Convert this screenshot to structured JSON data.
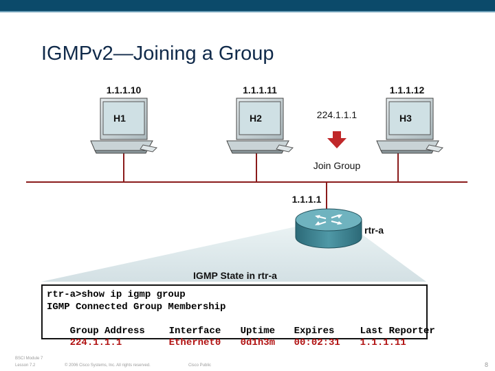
{
  "title": "IGMPv2—Joining a Group",
  "hosts": [
    {
      "ip": "1.1.1.10",
      "name": "H1"
    },
    {
      "ip": "1.1.1.11",
      "name": "H2"
    },
    {
      "ip": "1.1.1.12",
      "name": "H3"
    }
  ],
  "group_address_label": "224.1.1.1",
  "join_label": "Join Group",
  "router": {
    "ip": "1.1.1.1",
    "name": "rtr-a"
  },
  "state_title": "IGMP State in rtr-a",
  "terminal": {
    "command": "rtr-a>show ip igmp group",
    "heading": "IGMP Connected Group Membership",
    "columns": [
      "Group Address",
      "Interface",
      "Uptime",
      "Expires",
      "Last Reporter"
    ],
    "row": [
      "224.1.1.1",
      "Ethernet0",
      "0d1h3m",
      "00:02:31",
      "1.1.1.11"
    ]
  },
  "footer": {
    "left_line1": "BSCI Module 7",
    "left_line2": "Lesson 7.2",
    "copyright": "© 2006 Cisco Systems, Inc. All rights reserved.",
    "classification": "Cisco Public",
    "page": "8"
  },
  "colors": {
    "accent_bar": "#0b4a6a",
    "arrow": "#c0282a",
    "terminal_highlight": "#b01010",
    "router": "#3f8a98"
  }
}
